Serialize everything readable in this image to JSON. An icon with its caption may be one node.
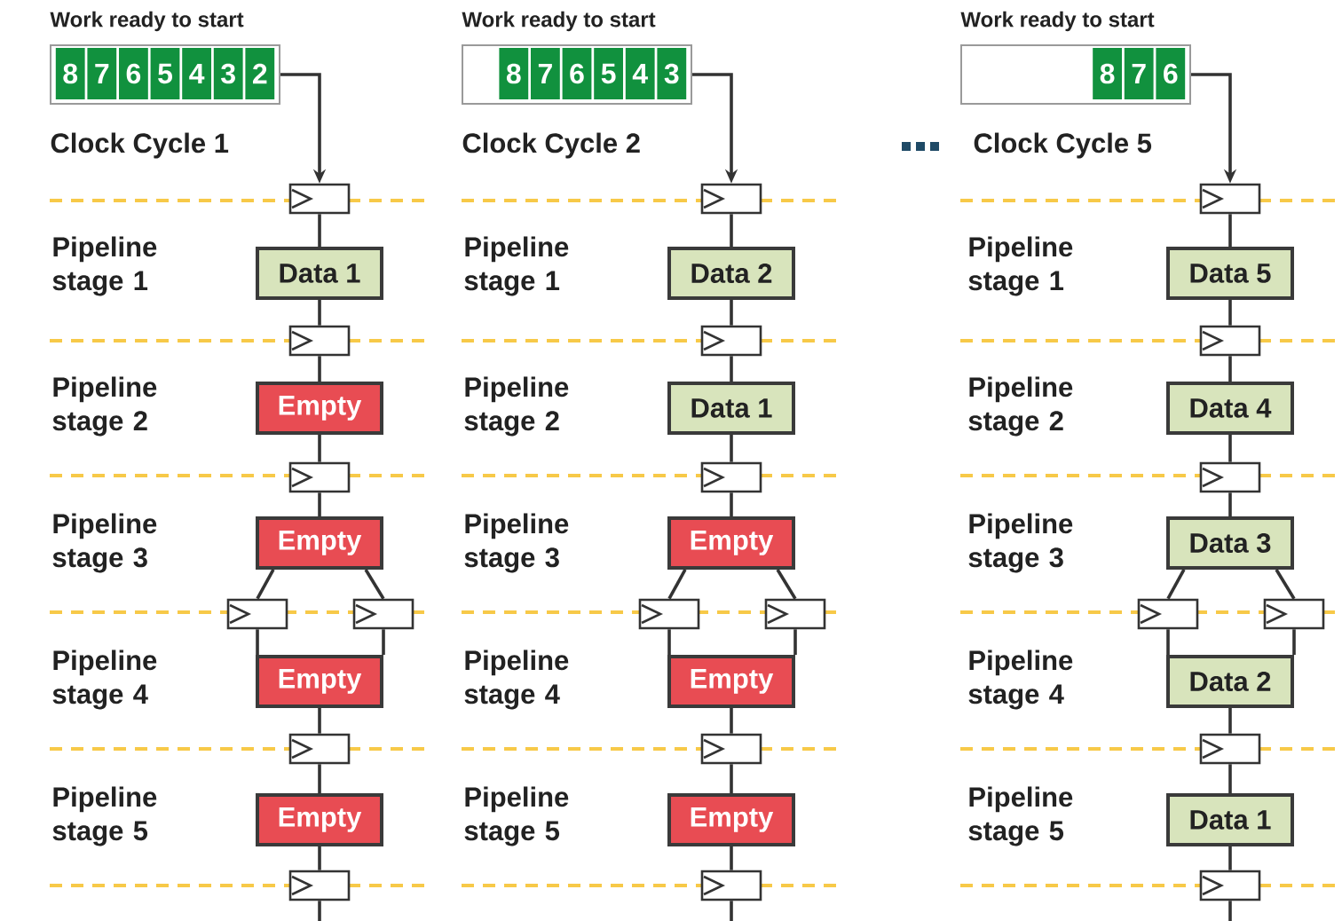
{
  "diagram": {
    "nodes": [
      {
        "text": [
          "8",
          "7",
          "6",
          "5",
          "4",
          "3",
          "2"
        ]
      },
      {
        "text": [],
        "shape": "box"
      },
      {
        "text": [
          "Data 1"
        ]
      },
      {
        "text": [],
        "shape": "box"
      },
      {
        "text": [
          "Empty"
        ]
      },
      {
        "text": [],
        "shape": "box"
      },
      {
        "text": [
          "Empty"
        ]
      },
      {
        "text": [],
        "shape": "box"
      },
      {
        "text": [],
        "shape": "box"
      },
      {
        "text": [
          "Empty"
        ]
      },
      {
        "text": [],
        "shape": "box"
      },
      {
        "text": [
          "Empty"
        ]
      },
      {
        "text": [],
        "shape": "box"
      },
      {
        "text": [
          "8",
          "7",
          "6",
          "5",
          "4",
          "3"
        ]
      },
      {
        "text": [],
        "shape": "box"
      },
      {
        "text": [
          "Data 2"
        ]
      },
      {
        "text": [],
        "shape": "box"
      },
      {
        "text": [
          "Data 1"
        ]
      },
      {
        "text": [],
        "shape": "box"
      },
      {
        "text": [
          "Empty"
        ]
      },
      {
        "text": [],
        "shape": "box"
      },
      {
        "text": [],
        "shape": "box"
      },
      {
        "text": [
          "Empty"
        ]
      },
      {
        "text": [],
        "shape": "box"
      },
      {
        "text": [
          "Empty"
        ]
      },
      {
        "text": [],
        "shape": "box"
      },
      {
        "text": [
          "8",
          "7",
          "6"
        ]
      },
      {
        "text": [],
        "shape": "box"
      },
      {
        "text": [
          "Data 5"
        ]
      },
      {
        "text": [],
        "shape": "box"
      },
      {
        "text": [
          "Data 4"
        ]
      },
      {
        "text": [],
        "shape": "box"
      },
      {
        "text": [
          "Data 3"
        ]
      },
      {
        "text": [],
        "shape": "box"
      },
      {
        "text": [],
        "shape": "box"
      },
      {
        "text": [
          "Data 2"
        ]
      },
      {
        "text": [],
        "shape": "box"
      },
      {
        "text": [
          "Data 1"
        ]
      },
      {
        "text": [],
        "shape": "box"
      }
    ],
    "edges": [
      {
        "from": 0,
        "to": 1,
        "arrow": "to"
      },
      {
        "from": 1,
        "to": 2,
        "arrow": "none"
      },
      {
        "from": 2,
        "to": 3,
        "arrow": "none"
      },
      {
        "from": 3,
        "to": 4,
        "arrow": "none"
      },
      {
        "from": 4,
        "to": 5,
        "arrow": "none"
      },
      {
        "from": 5,
        "to": 6,
        "arrow": "none"
      },
      {
        "from": 6,
        "to": 7,
        "arrow": "none"
      },
      {
        "from": 6,
        "to": 8,
        "arrow": "none"
      },
      {
        "from": 7,
        "to": 9,
        "arrow": "none"
      },
      {
        "from": 8,
        "to": 9,
        "arrow": "none"
      },
      {
        "from": 9,
        "to": 10,
        "arrow": "none"
      },
      {
        "from": 10,
        "to": 11,
        "arrow": "none"
      },
      {
        "from": 11,
        "to": 12,
        "arrow": "none"
      },
      {
        "from": 12,
        "to": null,
        "arrow": "none"
      },
      {
        "from": 13,
        "to": 14,
        "arrow": "to"
      },
      {
        "from": 14,
        "to": 15,
        "arrow": "none"
      },
      {
        "from": 15,
        "to": 16,
        "arrow": "none"
      },
      {
        "from": 16,
        "to": 17,
        "arrow": "none"
      },
      {
        "from": 17,
        "to": 18,
        "arrow": "none"
      },
      {
        "from": 18,
        "to": 19,
        "arrow": "none"
      },
      {
        "from": 19,
        "to": 20,
        "arrow": "none"
      },
      {
        "from": 19,
        "to": 21,
        "arrow": "none"
      },
      {
        "from": 20,
        "to": 22,
        "arrow": "none"
      },
      {
        "from": 21,
        "to": 22,
        "arrow": "none"
      },
      {
        "from": 22,
        "to": 23,
        "arrow": "none"
      },
      {
        "from": 23,
        "to": 24,
        "arrow": "none"
      },
      {
        "from": 24,
        "to": 25,
        "arrow": "none"
      },
      {
        "from": 25,
        "to": null,
        "arrow": "none"
      },
      {
        "from": 26,
        "to": 27,
        "arrow": "to"
      },
      {
        "from": 27,
        "to": 28,
        "arrow": "none"
      },
      {
        "from": 28,
        "to": 29,
        "arrow": "none"
      },
      {
        "from": 29,
        "to": 30,
        "arrow": "none"
      },
      {
        "from": 30,
        "to": 31,
        "arrow": "none"
      },
      {
        "from": 31,
        "to": 32,
        "arrow": "none"
      },
      {
        "from": 32,
        "to": 33,
        "arrow": "none"
      },
      {
        "from": 32,
        "to": 34,
        "arrow": "none"
      },
      {
        "from": 33,
        "to": 35,
        "arrow": "none"
      },
      {
        "from": 34,
        "to": 35,
        "arrow": "none"
      },
      {
        "from": 35,
        "to": 36,
        "arrow": "none"
      },
      {
        "from": 36,
        "to": 37,
        "arrow": "none"
      },
      {
        "from": 37,
        "to": 38,
        "arrow": "none"
      },
      {
        "from": 38,
        "to": null,
        "arrow": "none"
      }
    ],
    "labels": [
      "Work ready to start",
      "Clock Cycle 1",
      "Pipeline stage 1",
      "Pipeline stage 2",
      "Pipeline stage 3",
      "Pipeline stage 4",
      "Pipeline stage 5",
      "Work ready to start",
      "Clock Cycle 2",
      "Pipeline stage 1",
      "Pipeline stage 2",
      "Pipeline stage 3",
      "Pipeline stage 4",
      "Pipeline stage 5",
      "Work ready to start",
      "Clock Cycle 5",
      "Pipeline stage 1",
      "Pipeline stage 2",
      "Pipeline stage 3",
      "Pipeline stage 4",
      "Pipeline stage 5"
    ]
  }
}
